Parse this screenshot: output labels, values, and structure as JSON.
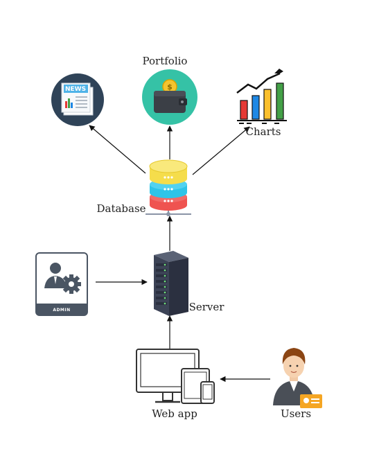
{
  "labels": {
    "portfolio": "Portfolio",
    "charts": "Charts",
    "database": "Database",
    "server": "Server",
    "web_app": "Web app",
    "users": "Users"
  },
  "icon_text": {
    "news": "NEWS",
    "admin": "ADMIN",
    "coin": "$"
  },
  "icons": {
    "news": "news-icon",
    "portfolio": "wallet-icon",
    "charts": "bar-chart-icon",
    "database": "database-icon",
    "server": "server-icon",
    "admin": "admin-icon",
    "web_app": "devices-icon",
    "users": "user-icon"
  },
  "colors": {
    "news_bg": "#2f4358",
    "portfolio_bg": "#35c2a6",
    "db_yellow": "#f5dd4b",
    "db_cyan": "#2ec4e8",
    "db_red": "#ef5350",
    "server_body": "#3c4356",
    "admin_card": "#4a5563",
    "chart_bars": [
      "#e53935",
      "#1e88e5",
      "#fbc02d",
      "#43a047"
    ]
  },
  "connections": [
    {
      "from": "database",
      "to": "news"
    },
    {
      "from": "database",
      "to": "portfolio"
    },
    {
      "from": "database",
      "to": "charts"
    },
    {
      "from": "server",
      "to": "database"
    },
    {
      "from": "admin",
      "to": "server"
    },
    {
      "from": "web_app",
      "to": "server"
    },
    {
      "from": "users",
      "to": "web_app"
    }
  ]
}
